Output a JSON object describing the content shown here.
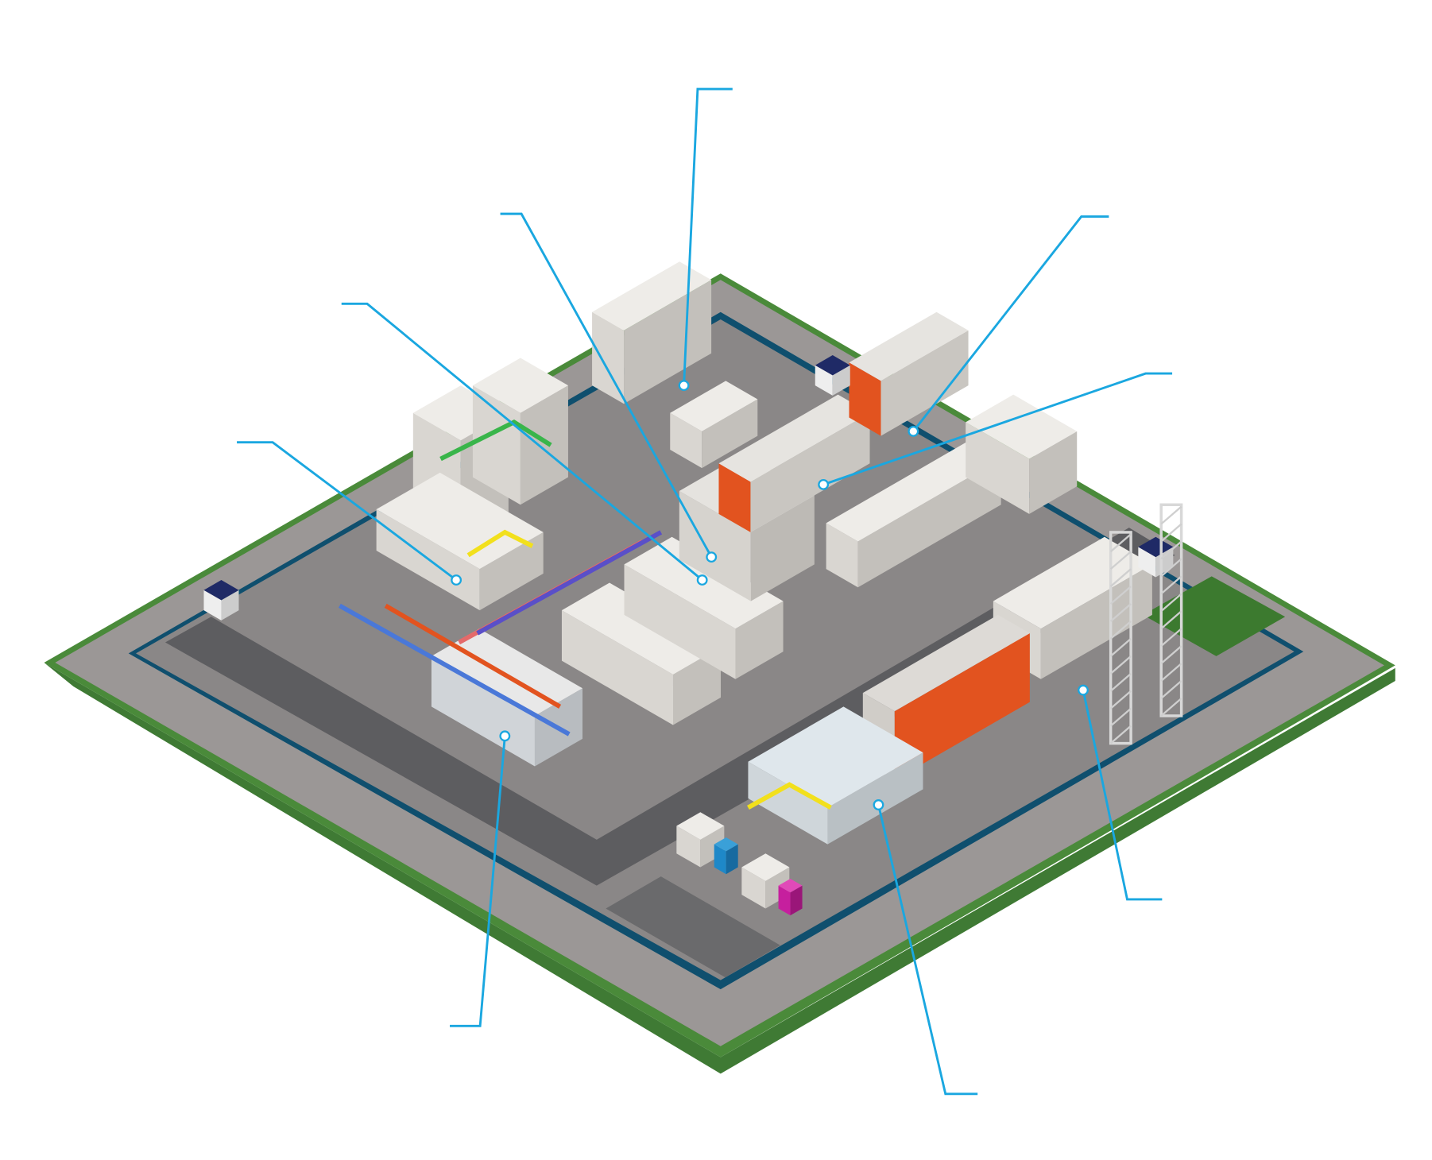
{
  "colors": {
    "callout": "#1aa7e0",
    "grass": "#3f7a34",
    "border": "#0f4f6e",
    "paving": "#8d8a89",
    "road": "#5a5a5c",
    "building": "#e6e4e0",
    "accent_orange": "#e2531f",
    "accent_magenta": "#c61f9e",
    "accent_green": "#39b54a",
    "accent_yellow": "#f2e01c",
    "accent_blue": "#1e88c8"
  },
  "callouts": [
    {
      "id": "c1"
    },
    {
      "id": "c2"
    },
    {
      "id": "c3"
    },
    {
      "id": "c4"
    },
    {
      "id": "c5"
    },
    {
      "id": "c6"
    },
    {
      "id": "c7"
    },
    {
      "id": "c8"
    },
    {
      "id": "c9"
    }
  ]
}
